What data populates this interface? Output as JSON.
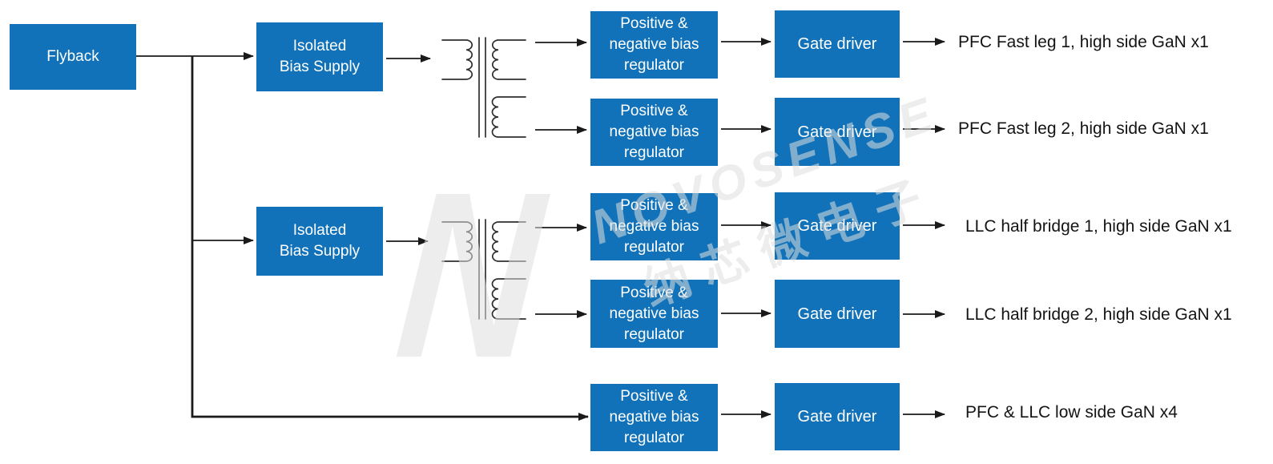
{
  "colors": {
    "block_blue": "#1172b9",
    "connector_black": "#1a1a1a",
    "watermark_gray": "#dfdfdf",
    "background": "#ffffff"
  },
  "blocks": {
    "flyback": {
      "label": "Flyback"
    },
    "isolated_bias_supply": {
      "line1": "Isolated",
      "line2": "Bias Supply"
    },
    "regulator": {
      "line1": "Positive &",
      "line2": "negative bias",
      "line3": "regulator"
    },
    "gate_driver": {
      "label": "Gate driver"
    }
  },
  "outputs": [
    {
      "label": "PFC Fast leg 1, high side GaN x1"
    },
    {
      "label": "PFC Fast leg 2, high side GaN x1"
    },
    {
      "label": "LLC half bridge 1, high side GaN x1"
    },
    {
      "label": "LLC half bridge 2, high side GaN x1"
    },
    {
      "label": "PFC & LLC low side GaN x4"
    }
  ],
  "watermark": {
    "logo": "N",
    "brand": "NOVOSENSE",
    "brand_cn": "纳芯微电子"
  }
}
